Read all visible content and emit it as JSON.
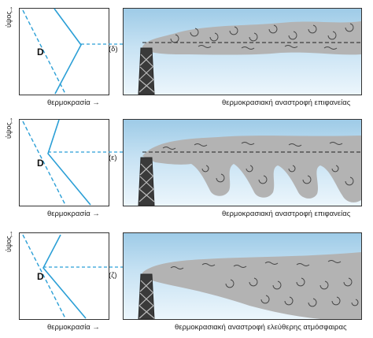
{
  "panels": [
    {
      "letter": "(δ)",
      "y_axis_label": "ύψος",
      "x_axis_label": "θερμοκρασία →",
      "dry_adiabat_label": "D",
      "caption": "θερμοκρασιακή αναστροφή επιφανείας"
    },
    {
      "letter": "(ε)",
      "y_axis_label": "ύψος",
      "x_axis_label": "θερμοκρασία →",
      "dry_adiabat_label": "D",
      "caption": "θερμοκρασιακή αναστροφή επιφανείας"
    },
    {
      "letter": "(ζ)",
      "y_axis_label": "ύψος",
      "x_axis_label": "θερμοκρασία →",
      "dry_adiabat_label": "D",
      "caption": "θερμοκρασιακή αναστροφή ελεύθερης ατμόσφαιρας"
    }
  ],
  "colors": {
    "profile_line": "#2b9fd6",
    "smoke": "#b3b3b3",
    "sky_top": "#9ecbe7",
    "chimney": "#2a2a2a"
  }
}
